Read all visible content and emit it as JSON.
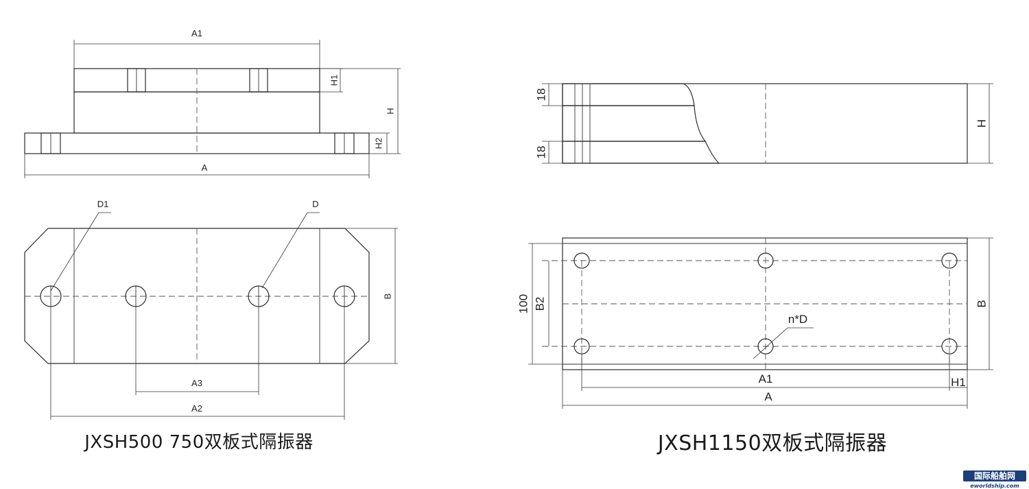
{
  "left_drawing": {
    "front_view": {
      "labels": {
        "A1": "A1",
        "A": "A",
        "H1": "H1",
        "H2": "H2",
        "H": "H"
      }
    },
    "plan_view": {
      "labels": {
        "D1": "D1",
        "D": "D",
        "B": "B",
        "A3": "A3",
        "A2": "A2"
      }
    },
    "caption": "JXSH500  750双板式隔振器"
  },
  "right_drawing": {
    "front_view": {
      "labels": {
        "top_18": "18",
        "bottom_18": "18",
        "H": "H"
      }
    },
    "plan_view": {
      "labels": {
        "dim_100": "100",
        "B2": "B2",
        "B": "B",
        "nD": "n*D",
        "A1": "A1",
        "H1": "H1",
        "A": "A"
      }
    },
    "caption": "JXSH1150双板式隔振器"
  },
  "watermark": {
    "title": "国际船舶网",
    "subtitle": "eworldship.com"
  },
  "colors": {
    "line": "#2a2a2a",
    "watermark": "#1c3f7a"
  }
}
